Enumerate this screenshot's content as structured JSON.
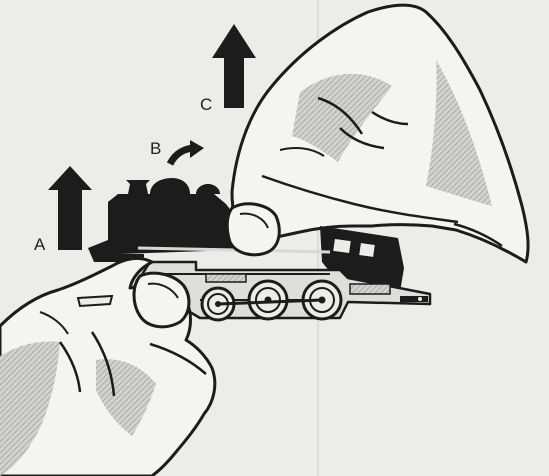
{
  "labels": {
    "a": "A",
    "b": "B",
    "c": "C"
  },
  "colors": {
    "paper": "#ececea",
    "ink": "#1c1c1c",
    "shade": "#b4b4b2",
    "skin": "#f4f4f2"
  }
}
